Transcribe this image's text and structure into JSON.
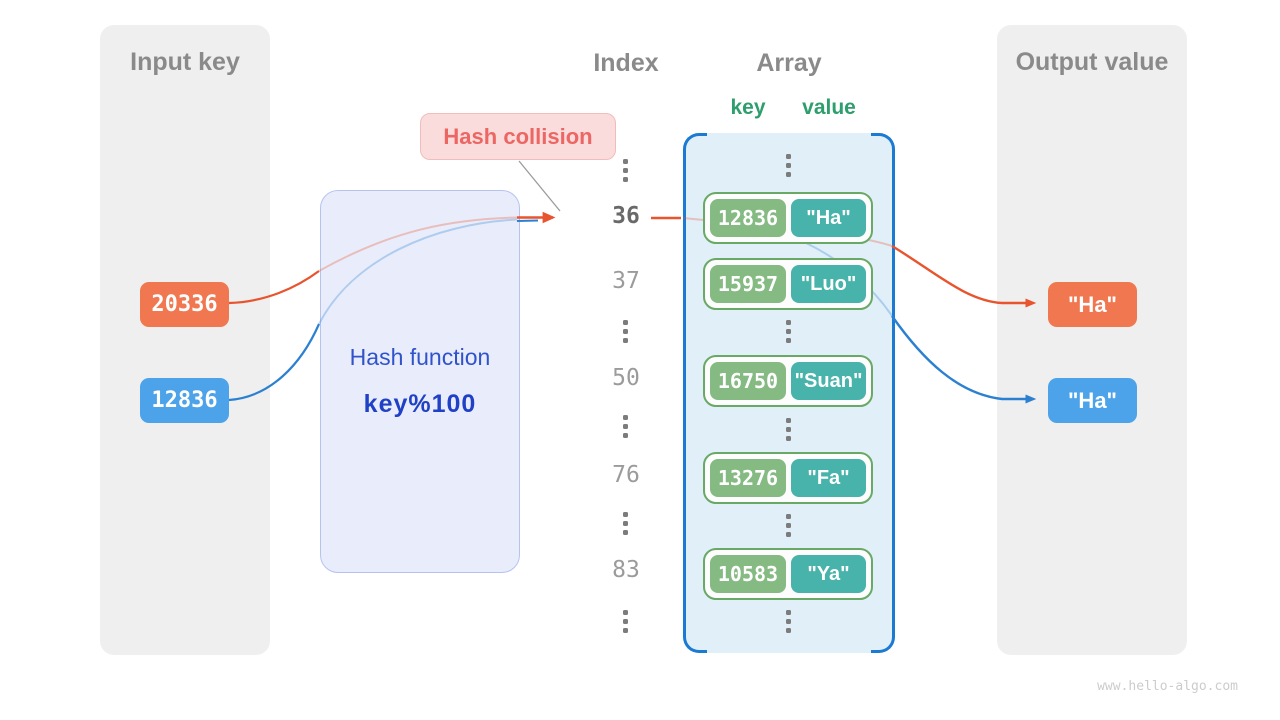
{
  "panels": {
    "input": {
      "title": "Input key",
      "items": [
        {
          "label": "20336",
          "color": "#f0774f"
        },
        {
          "label": "12836",
          "color": "#4da3ea"
        }
      ]
    },
    "output": {
      "title": "Output value",
      "items": [
        {
          "label": "\"Ha\"",
          "color": "#f0774f"
        },
        {
          "label": "\"Ha\"",
          "color": "#4da3ea"
        }
      ]
    }
  },
  "hash_function": {
    "title": "Hash function",
    "formula": "key%100"
  },
  "collision": {
    "label": "Hash collision"
  },
  "index_column": {
    "title": "Index",
    "values": [
      "36",
      "37",
      "50",
      "76",
      "83"
    ]
  },
  "array": {
    "title": "Array",
    "key_label": "key",
    "value_label": "value",
    "pairs": [
      {
        "key": "12836",
        "value": "\"Ha\""
      },
      {
        "key": "15937",
        "value": "\"Luo\""
      },
      {
        "key": "16750",
        "value": "\"Suan\""
      },
      {
        "key": "13276",
        "value": "\"Fa\""
      },
      {
        "key": "10583",
        "value": "\"Ya\""
      }
    ]
  },
  "colors": {
    "panel_bg": "#efefef",
    "title_gray": "#8a8a8a",
    "orange": "#f0774f",
    "blue": "#4da3ea",
    "orange_line": "#e8542e",
    "blue_line": "#2c80d1",
    "hash_box_bg": "#e9edfb",
    "hash_box_border": "#b6c3ef",
    "hash_text": "#3053cb",
    "collision_bg": "#fadcdc",
    "collision_text": "#ec6663",
    "array_bg": "#e1eff9",
    "array_bracket": "#1b7ad2",
    "pair_border": "#68a966",
    "key_box": "#85ba82",
    "value_box": "#48b3aa",
    "green_label": "#2f9e6d"
  },
  "watermark": "www.hello-algo.com"
}
